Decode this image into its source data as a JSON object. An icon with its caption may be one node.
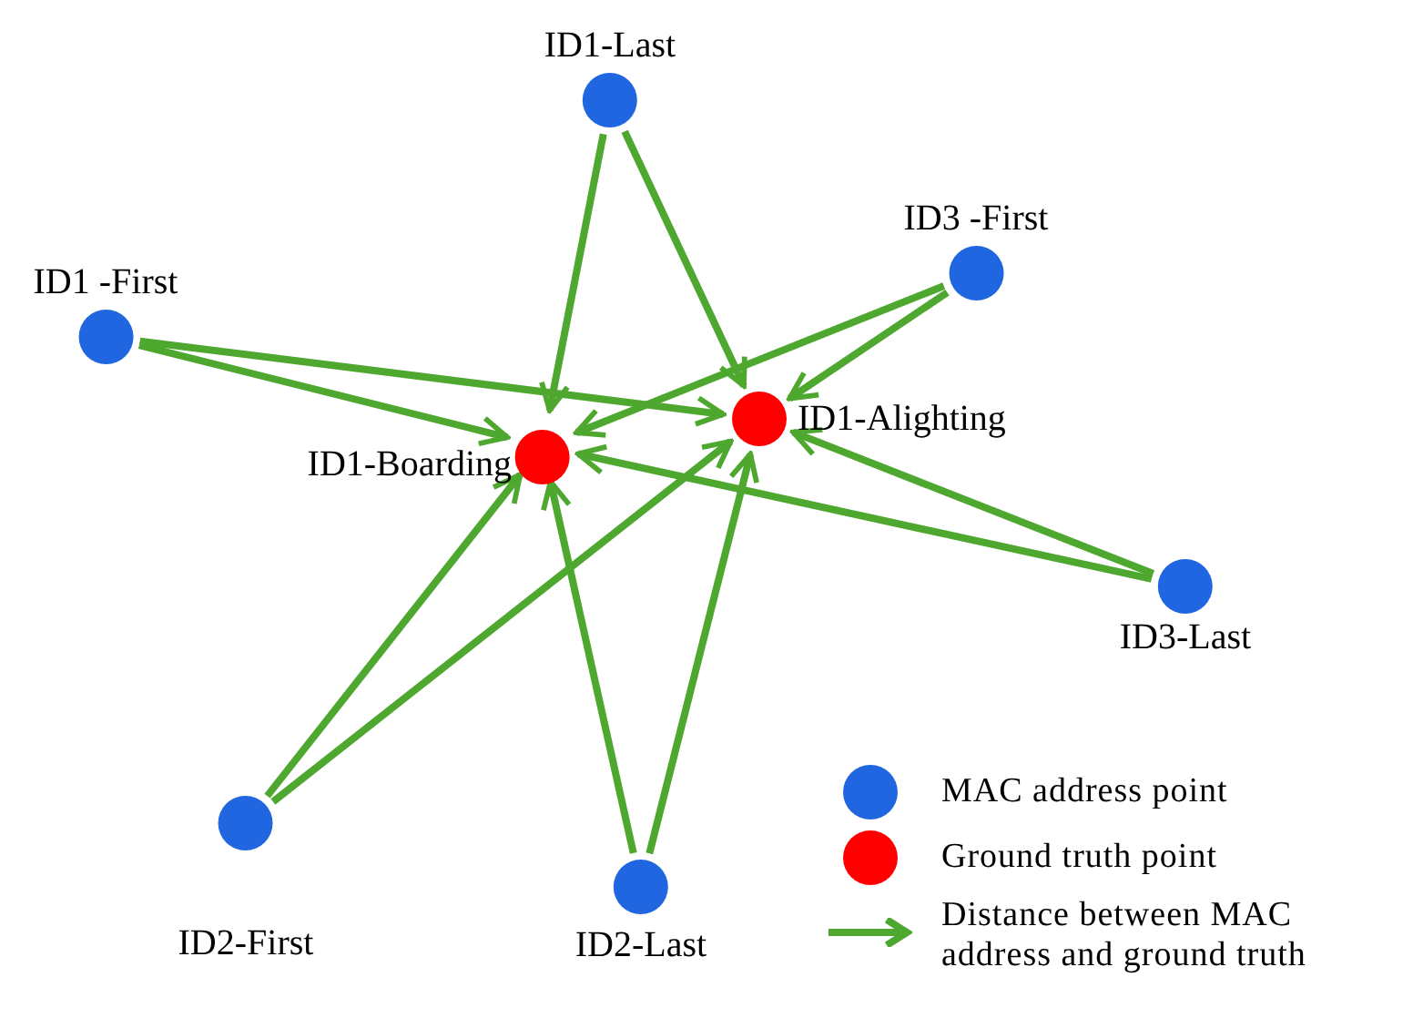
{
  "diagram": {
    "nodes": [
      {
        "text": [
          "ID1-Last"
        ]
      },
      {
        "text": [
          "ID1 -First"
        ]
      },
      {
        "text": [
          "ID3 -First"
        ]
      },
      {
        "text": [
          "ID1-Boarding"
        ]
      },
      {
        "text": [
          "ID1-Alighting"
        ]
      },
      {
        "text": [
          "ID3-Last"
        ]
      },
      {
        "text": [
          "ID2-First"
        ]
      },
      {
        "text": [
          "ID2-Last"
        ]
      }
    ],
    "edges": [
      {
        "from": 0,
        "to": 3,
        "arrow": "to"
      },
      {
        "from": 0,
        "to": 4,
        "arrow": "to"
      },
      {
        "from": 1,
        "to": 3,
        "arrow": "to"
      },
      {
        "from": 1,
        "to": 4,
        "arrow": "to"
      },
      {
        "from": 2,
        "to": 3,
        "arrow": "to"
      },
      {
        "from": 2,
        "to": 4,
        "arrow": "to"
      },
      {
        "from": 5,
        "to": 3,
        "arrow": "to"
      },
      {
        "from": 5,
        "to": 4,
        "arrow": "to"
      },
      {
        "from": 6,
        "to": 3,
        "arrow": "to"
      },
      {
        "from": 6,
        "to": 4,
        "arrow": "to"
      },
      {
        "from": 7,
        "to": 3,
        "arrow": "to"
      },
      {
        "from": 7,
        "to": 4,
        "arrow": "to"
      }
    ],
    "legend": [
      {
        "text": "MAC address point",
        "color": "#1f66e0"
      },
      {
        "text": "Ground truth point",
        "color": "#ff0000"
      },
      {
        "text": "Distance between MAC address and ground truth"
      }
    ]
  }
}
